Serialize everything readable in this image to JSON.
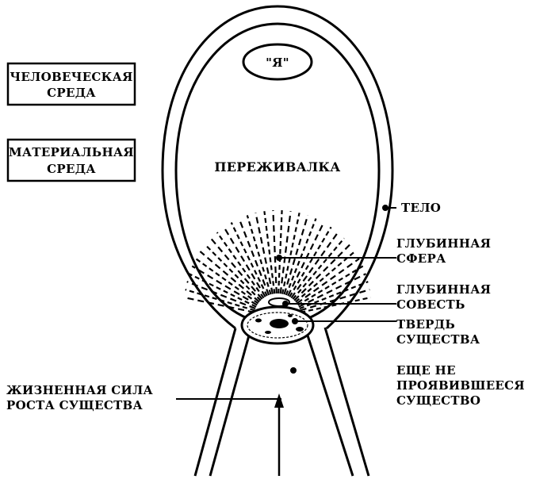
{
  "boxes": {
    "human_env": {
      "line1": "ЧЕЛОВЕЧЕСКАЯ",
      "line2": "СРЕДА"
    },
    "material_env": {
      "line1": "МАТЕРИАЛЬНАЯ",
      "line2": "СРЕДА"
    }
  },
  "ya": {
    "label": "\"Я\""
  },
  "center": {
    "label": "ПЕРЕЖИВАЛКА"
  },
  "labels": {
    "body": "ТЕЛО",
    "deep_sphere": {
      "line1": "ГЛУБИННАЯ",
      "line2": "СФЕРА"
    },
    "deep_conscience": {
      "line1": "ГЛУБИННАЯ",
      "line2": "СОВЕСТЬ"
    },
    "firmament": {
      "line1": "ТВЕРДЬ",
      "line2": "СУЩЕСТВА"
    },
    "unmanifested": {
      "line1": "ЕЩЕ НЕ",
      "line2": "ПРОЯВИВШЕЕСЯ",
      "line3": "СУЩЕСТВО"
    },
    "life_force": {
      "line1": "ЖИЗНЕННАЯ СИЛА",
      "line2": "РОСТА СУЩЕСТВА"
    }
  }
}
